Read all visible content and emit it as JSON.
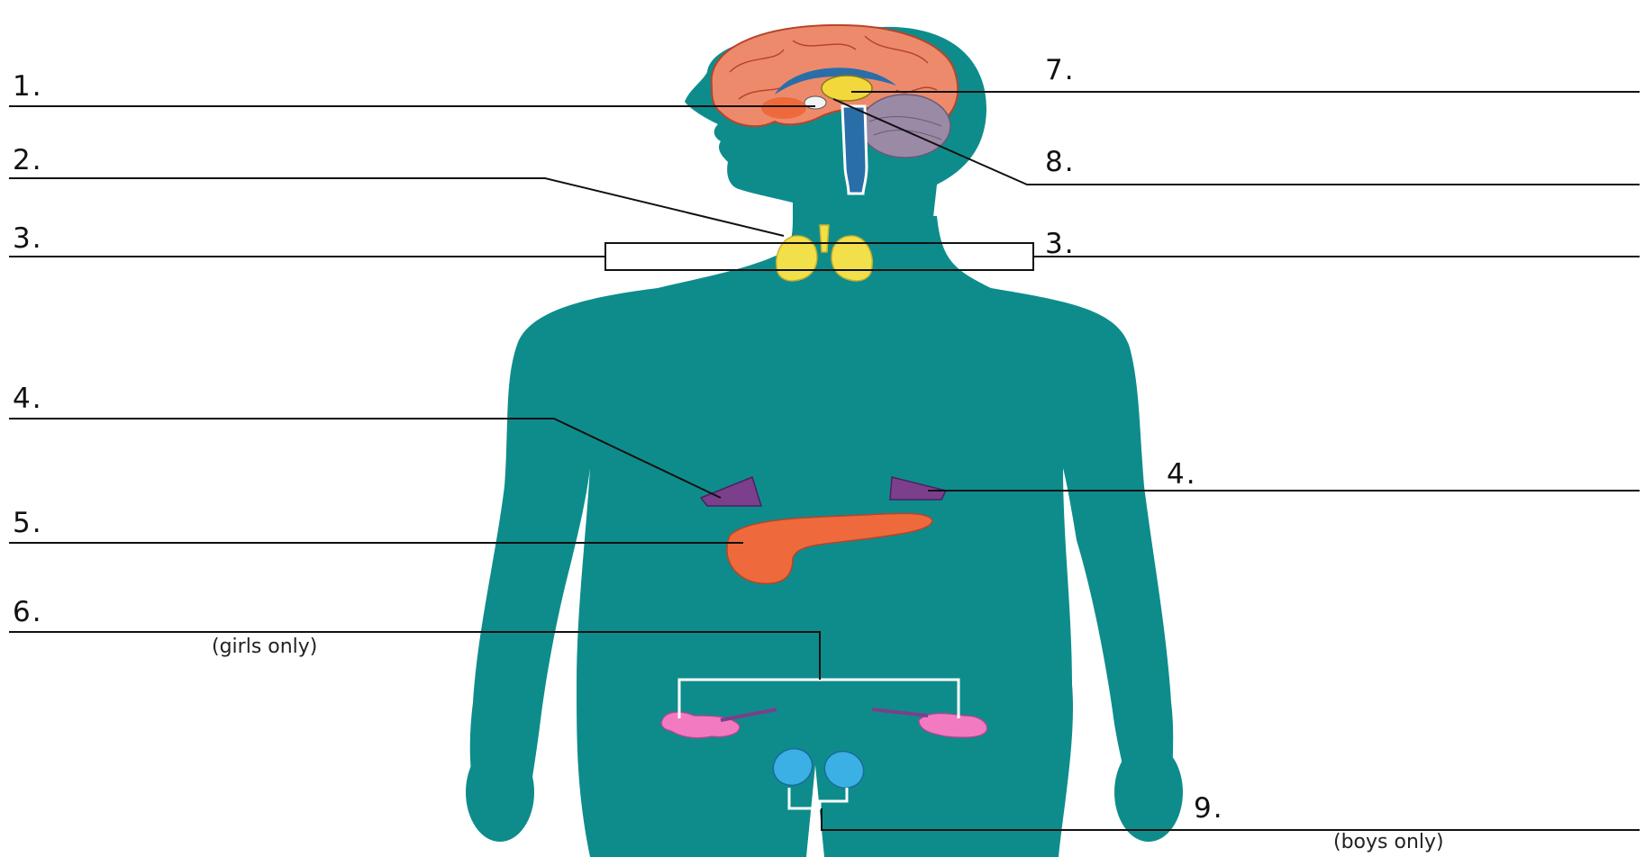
{
  "labels": {
    "l1": "1.",
    "l2": "2.",
    "l3_left": "3.",
    "l3_right": "3.",
    "l4_left": "4.",
    "l4_right": "4.",
    "l5": "5.",
    "l6": "6.",
    "l7": "7.",
    "l8": "8.",
    "l9": "9."
  },
  "notes": {
    "girls_only": "(girls only)",
    "boys_only": "(boys only)"
  },
  "colors": {
    "body": "#0e8c8c",
    "brain": "#ee8a6c",
    "cerebellum": "#9b8aa5",
    "thyroid": "#f2e04a",
    "adrenal": "#7b3f8c",
    "pancreas": "#ee6a3c",
    "ovary": "#f27ac0",
    "testes": "#3ab0e4",
    "hypothalamus": "#f2d83a"
  }
}
